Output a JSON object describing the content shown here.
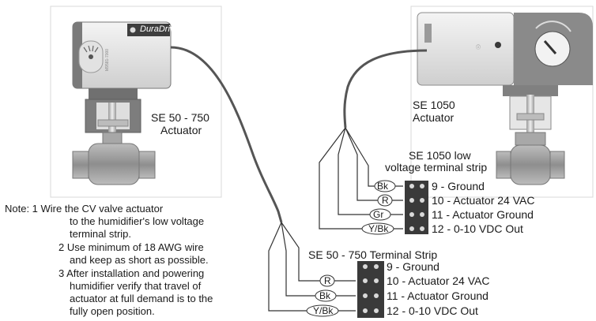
{
  "left_actuator": {
    "brand": "DuraDrive",
    "label_line1": "SE 50 - 750",
    "label_line2": "Actuator",
    "strip_title": "SE 50 - 750 Terminal Strip",
    "terminals": [
      {
        "wire": "",
        "text": "9 - Ground"
      },
      {
        "wire": "R",
        "text": "10 - Actuator 24 VAC"
      },
      {
        "wire": "Bk",
        "text": "11 - Actuator Ground"
      },
      {
        "wire": "Y/Bk",
        "text": "12 - 0-10 VDC Out"
      }
    ]
  },
  "right_actuator": {
    "label_line1": "SE 1050",
    "label_line2": "Actuator",
    "strip_title_line1": "SE 1050 low",
    "strip_title_line2": "voltage terminal strip",
    "terminals": [
      {
        "wire": "Bk",
        "text": "9 - Ground"
      },
      {
        "wire": "R",
        "text": "10 - Actuator 24 VAC"
      },
      {
        "wire": "Gr",
        "text": "11 - Actuator Ground"
      },
      {
        "wire": "Y/Bk",
        "text": "12 - 0-10 VDC Out"
      }
    ]
  },
  "notes": {
    "l1": "Note: 1 Wire the CV valve actuator",
    "l2": "to the humidifier's low voltage",
    "l3": "terminal strip.",
    "l4": "2 Use minimum of 18 AWG wire",
    "l5": "and keep as short as possible.",
    "l6": "3 After installation and powering",
    "l7": "humidifier verify that travel of",
    "l8": "actuator at full demand is to the",
    "l9": "fully open position."
  }
}
